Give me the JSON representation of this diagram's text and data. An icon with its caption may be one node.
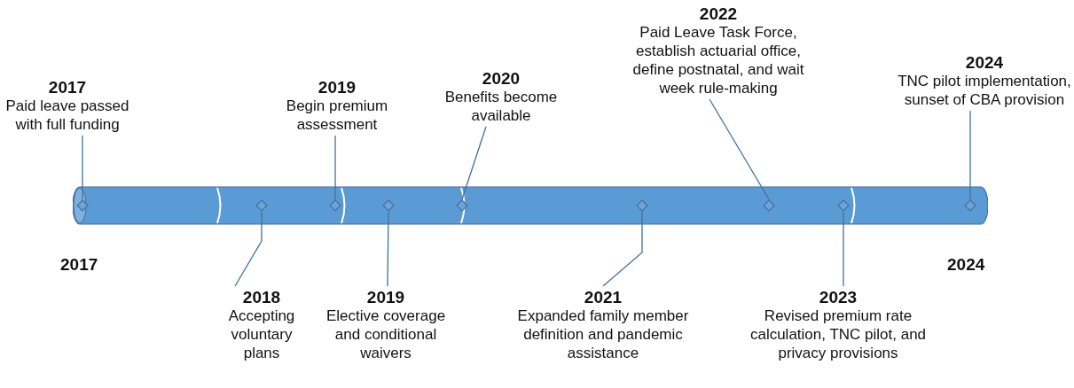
{
  "diagram": {
    "nodes": [
      {
        "text": [],
        "shape": "cylinder"
      },
      {
        "text": [
          "2017",
          "Paid leave passed with full funding"
        ]
      },
      {
        "text": [
          "2019",
          "Begin premium assessment"
        ]
      },
      {
        "text": [
          "2020",
          "Benefits become available"
        ]
      },
      {
        "text": [
          "2022",
          "Paid Leave Task Force, establish actuarial office, define postnatal, and wait week rule-making"
        ]
      },
      {
        "text": [
          "2024",
          "TNC pilot implementation, sunset of CBA provision"
        ]
      },
      {
        "text": [
          "2018",
          "Accepting voluntary plans"
        ]
      },
      {
        "text": [
          "2019",
          "Elective coverage and conditional waivers"
        ]
      },
      {
        "text": [
          "2021",
          "Expanded family member definition and pandemic assistance"
        ]
      },
      {
        "text": [
          "2023",
          "Revised premium rate calculation, TNC pilot, and privacy provisions"
        ]
      },
      {
        "text": [],
        "shape": "diamond",
        "in": 0
      },
      {
        "text": [],
        "shape": "diamond",
        "in": 0
      },
      {
        "text": [],
        "shape": "diamond",
        "in": 0
      },
      {
        "text": [],
        "shape": "diamond",
        "in": 0
      },
      {
        "text": [],
        "shape": "diamond",
        "in": 0
      },
      {
        "text": [],
        "shape": "diamond",
        "in": 0
      },
      {
        "text": [],
        "shape": "diamond",
        "in": 0
      },
      {
        "text": [],
        "shape": "diamond",
        "in": 0
      },
      {
        "text": [],
        "shape": "diamond",
        "in": 0
      }
    ],
    "edges": [
      {
        "from": 1,
        "to": 10,
        "arrow": "none"
      },
      {
        "from": 2,
        "to": 12,
        "arrow": "none"
      },
      {
        "from": 3,
        "to": 14,
        "arrow": "none"
      },
      {
        "from": 4,
        "to": 16,
        "arrow": "none"
      },
      {
        "from": 5,
        "to": 18,
        "arrow": "none"
      },
      {
        "from": 6,
        "to": 11,
        "arrow": "none"
      },
      {
        "from": 7,
        "to": 13,
        "arrow": "none"
      },
      {
        "from": 8,
        "to": 15,
        "arrow": "none"
      },
      {
        "from": 9,
        "to": 17,
        "arrow": "none"
      }
    ],
    "labels": [
      "2017",
      "2024"
    ]
  }
}
